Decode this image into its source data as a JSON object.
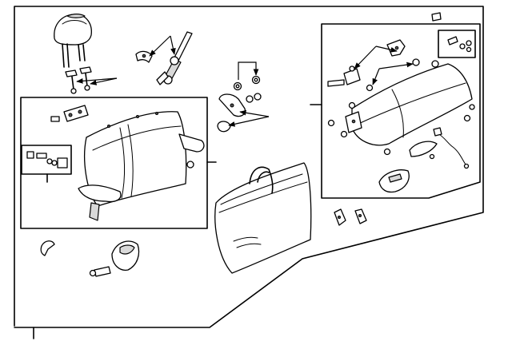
{
  "diagram": {
    "background": "#ffffff",
    "line_color": "#000000",
    "shade_color": "#d9d9d9",
    "parts": [
      {
        "name": "headrest",
        "icon": "headrest-icon"
      },
      {
        "name": "headrest-guide-pins",
        "icon": "pin-icon"
      },
      {
        "name": "hinge-bracket",
        "icon": "bracket-icon"
      },
      {
        "name": "gas-strut",
        "icon": "strut-icon"
      },
      {
        "name": "rear-seat-back",
        "icon": "seat-back-icon"
      },
      {
        "name": "carrying-bag",
        "icon": "bag-icon"
      },
      {
        "name": "seat-cushion",
        "icon": "seat-cushion-icon"
      },
      {
        "name": "latch-cover",
        "icon": "latch-icon"
      },
      {
        "name": "wire-harness",
        "icon": "harness-icon"
      },
      {
        "name": "release-lever",
        "icon": "lever-icon"
      },
      {
        "name": "side-clips",
        "icon": "clip-icon"
      }
    ]
  }
}
